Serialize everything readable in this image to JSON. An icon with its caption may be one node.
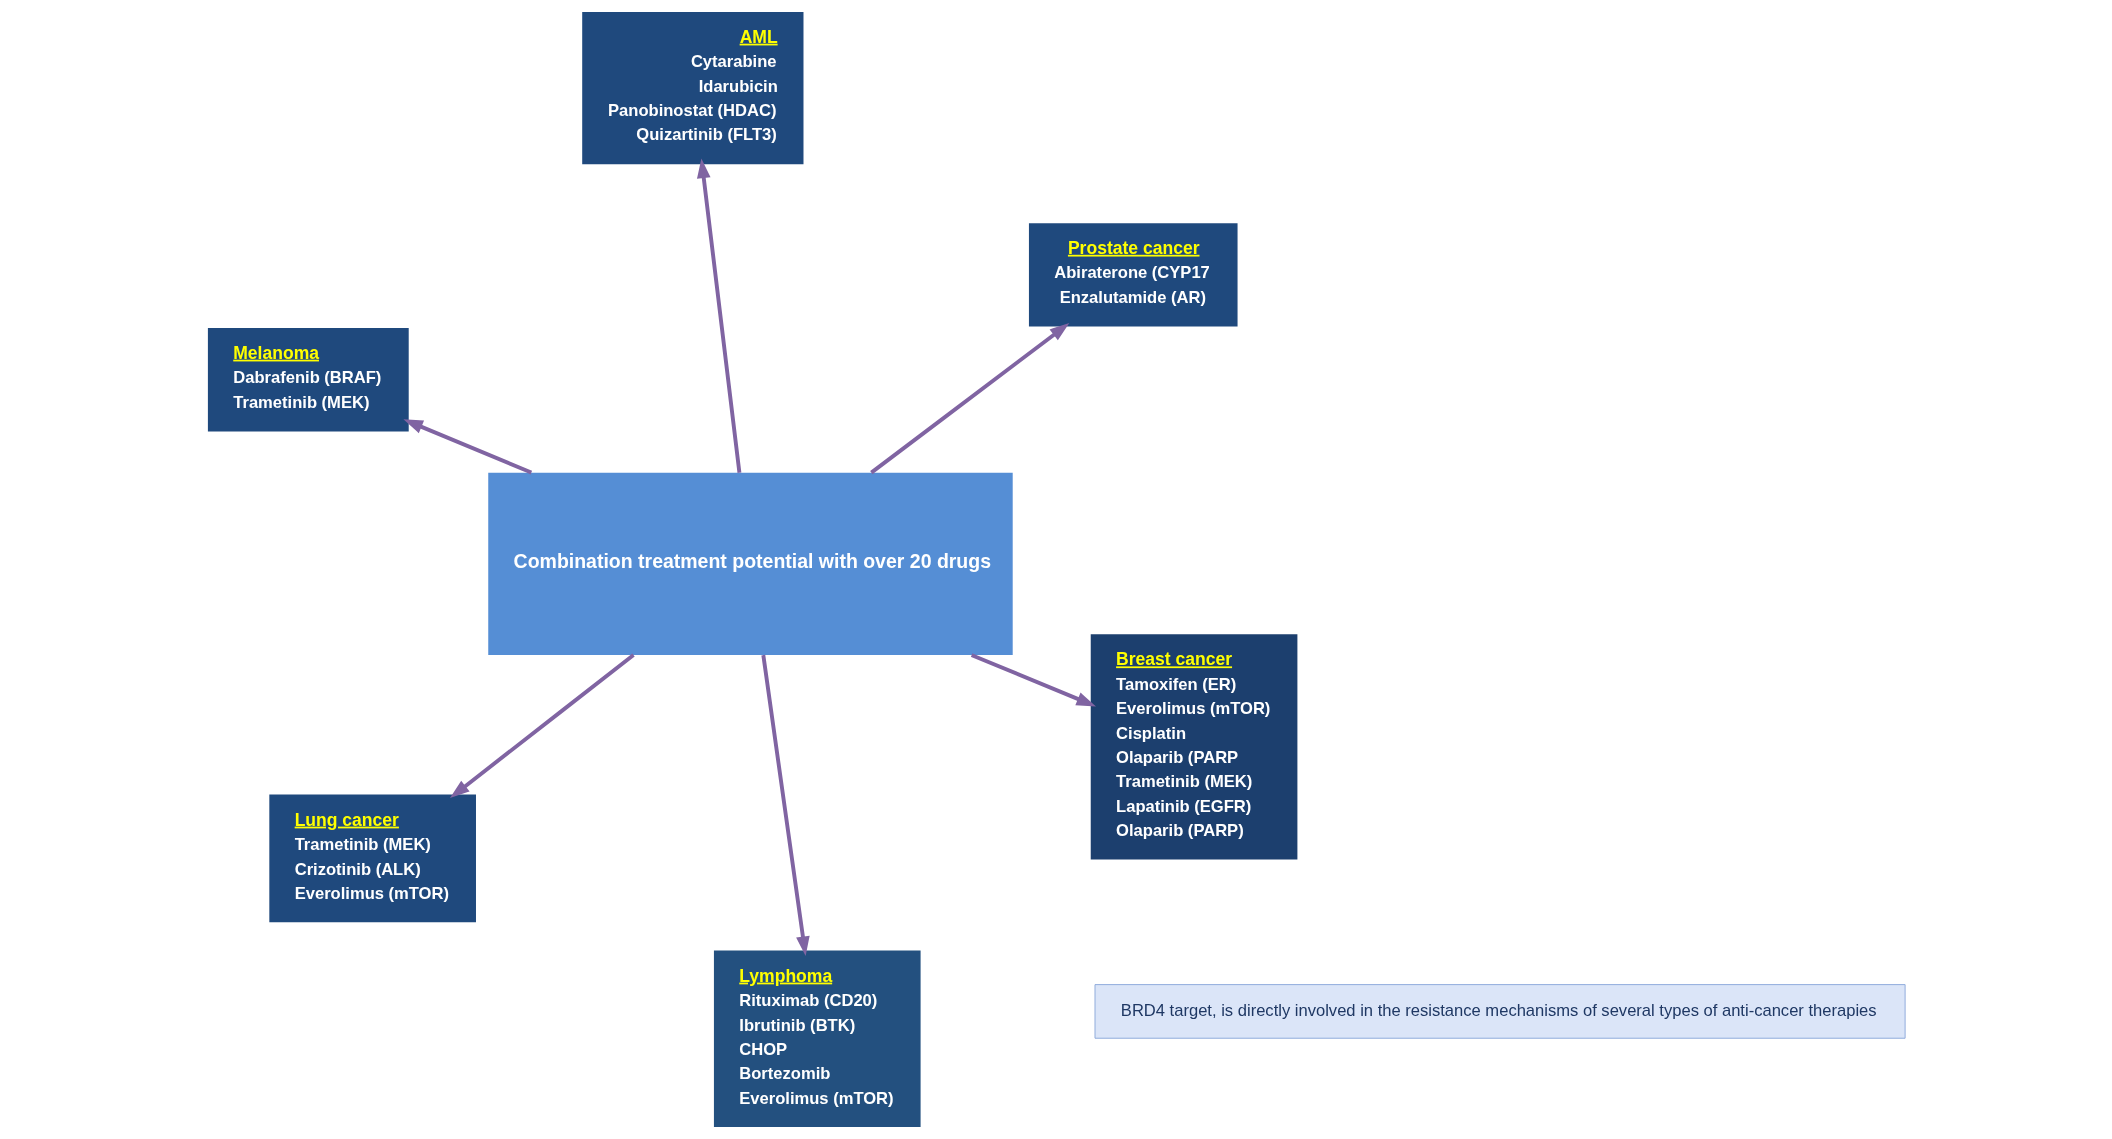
{
  "diagram": {
    "nodes": [
      {
        "text": [
          "Melanoma",
          "Dabrafenib (BRAF)",
          "Trametinib (MEK)"
        ]
      },
      {
        "text": [
          "Breast cancer",
          "Tamoxifen (ER)",
          "Everolimus (mTOR)",
          "Cisplatin",
          "Olaparib (PARP",
          "Trametinib (MEK)",
          "Lapatinib (EGFR)",
          "Olaparib (PARP)"
        ]
      },
      {
        "text": [
          "Lymphoma",
          "Rituximab (CD20)",
          "Ibrutinib (BTK)",
          "CHOP",
          "Bortezomib",
          "Everolimus (mTOR)"
        ]
      },
      {
        "text": [
          "Combination treatment potential with over 20 drugs"
        ]
      },
      {
        "text": [
          "BRD4 target, is directly involved in the resistance mechanisms of several types of anti-cancer therapies"
        ]
      },
      {
        "text": [
          "Prostate cancer",
          "Abiraterone (CYP17",
          "Enzalutamide (AR)"
        ]
      },
      {
        "text": [
          "AML",
          "Cytarabine",
          "Idarubicin",
          "Panobinostat (HDAC)",
          "Quizartinib (FLT3)"
        ]
      },
      {
        "text": [
          "Lung cancer",
          "Trametinib (MEK)",
          "Crizotinib (ALK)",
          "Everolimus (mTOR)"
        ]
      }
    ],
    "edges": [
      {
        "from": 3,
        "to": 0,
        "arrow": "to"
      },
      {
        "from": 3,
        "to": 1,
        "arrow": "to"
      },
      {
        "from": 3,
        "to": 2,
        "arrow": "to"
      },
      {
        "from": 3,
        "to": 5,
        "arrow": "to"
      },
      {
        "from": 3,
        "to": 6,
        "arrow": "to"
      },
      {
        "from": 3,
        "to": 7,
        "arrow": "to"
      }
    ]
  }
}
